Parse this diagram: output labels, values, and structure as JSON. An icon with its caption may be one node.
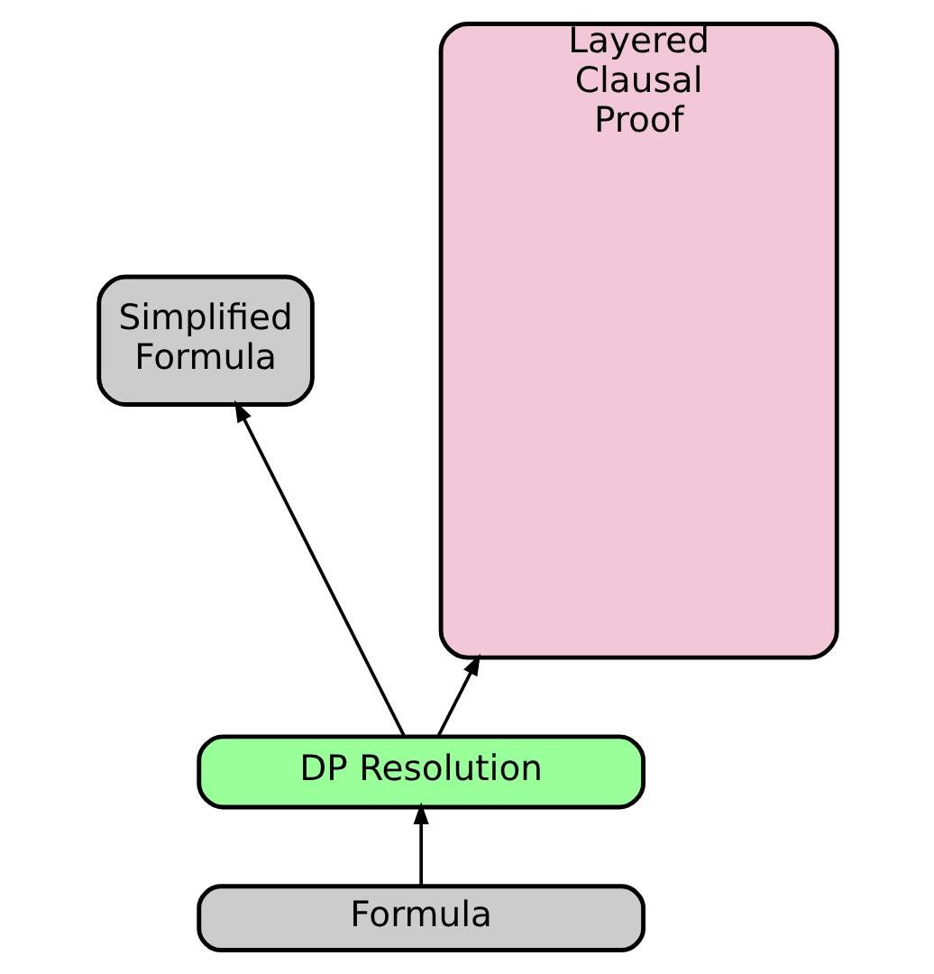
{
  "diagram": {
    "nodes": [
      {
        "text": [
          "Formula"
        ]
      },
      {
        "text": [
          "DP Resolution"
        ]
      },
      {
        "text": [
          "Simplified Formula"
        ]
      },
      {
        "text": [
          "Layered Clausal Proof"
        ]
      }
    ],
    "edges": [
      {
        "from": 0,
        "to": 1,
        "arrow": "to"
      },
      {
        "from": 1,
        "to": 2,
        "arrow": "to"
      },
      {
        "from": 1,
        "to": 3,
        "arrow": "to"
      }
    ]
  }
}
